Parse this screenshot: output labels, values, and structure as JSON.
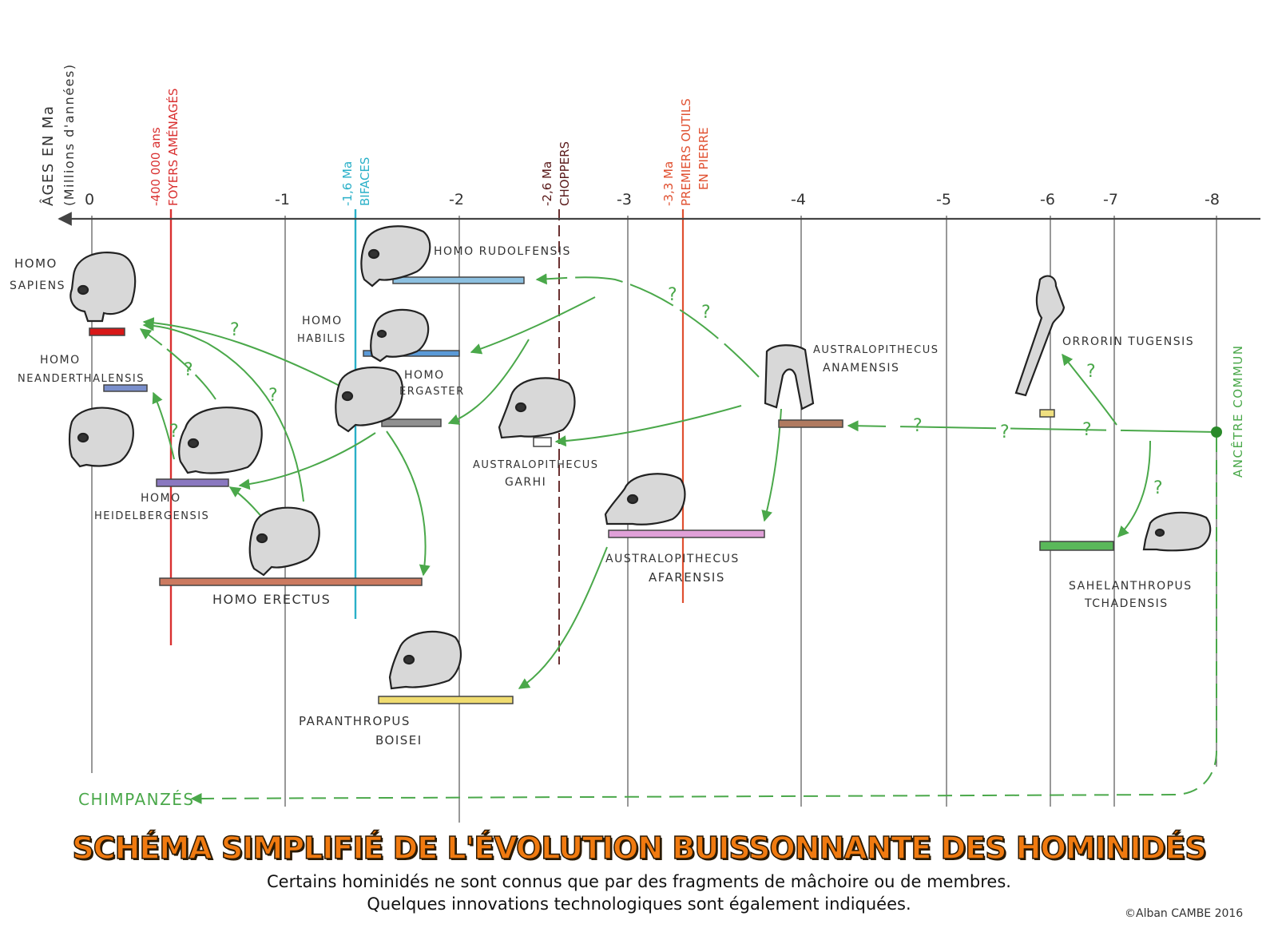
{
  "axis": {
    "title": "ÂGES EN Ma",
    "subtitle": "(Millions d'années)",
    "ticks": [
      "0",
      "-1",
      "-2",
      "-3",
      "-4",
      "-5",
      "-6",
      "-7",
      "-8"
    ]
  },
  "markers": [
    {
      "id": "foyers",
      "line1": "-400 000 ans",
      "line2": "FOYERS AMÉNAGÉS",
      "color": "#d93030"
    },
    {
      "id": "bifaces",
      "line1": "-1,6 Ma",
      "line2": "BIFACES",
      "color": "#2ab0c8"
    },
    {
      "id": "choppers",
      "line1": "-2,6 Ma",
      "line2": "CHOPPERS",
      "color": "#5a1a1a"
    },
    {
      "id": "outils",
      "line1": "-3,3 Ma",
      "line2": "PREMIERS OUTILS",
      "line3": "EN PIERRE",
      "color": "#e05030"
    }
  ],
  "species": {
    "sapiens": {
      "line1": "HOMO",
      "line2": "SAPIENS",
      "color": "#d81818"
    },
    "neanderthalensis": {
      "line1": "HOMO",
      "line2": "NEANDERTHALENSIS",
      "color": "#7a8fcc"
    },
    "heidelbergensis": {
      "line1": "HOMO",
      "line2": "HEIDELBERGENSIS",
      "color": "#8a78c0"
    },
    "erectus": {
      "line1": "HOMO ERECTUS",
      "color": "#cc7a60"
    },
    "rudolfensis": {
      "line1": "HOMO RUDOLFENSIS",
      "color": "#8cc0e0"
    },
    "habilis": {
      "line1": "HOMO",
      "line2": "HABILIS",
      "color": "#5a9ad8"
    },
    "ergaster": {
      "line1": "HOMO",
      "line2": "ERGASTER",
      "color": "#909090"
    },
    "garhi": {
      "line1": "AUSTRALOPITHECUS",
      "line2": "GARHI",
      "color": "#ffffff"
    },
    "boisei": {
      "line1": "PARANTHROPUS",
      "line2": "BOISEI",
      "color": "#f0dc70"
    },
    "afarensis": {
      "line1": "AUSTRALOPITHECUS",
      "line2": "AFARENSIS",
      "color": "#e0a0d8"
    },
    "anamensis": {
      "line1": "AUSTRALOPITHECUS",
      "line2": "ANAMENSIS",
      "color": "#b07a60"
    },
    "orrorin": {
      "line1": "ORRORIN TUGENSIS",
      "color": "#f0e080"
    },
    "sahelanthropus": {
      "line1": "SAHELANTHROPUS",
      "line2": "TCHADENSIS",
      "color": "#5ab85a"
    }
  },
  "other_labels": {
    "ancestor": "ANCÊTRE COMMUN",
    "chimps": "CHIMPANZÉS",
    "question": "?"
  },
  "colors": {
    "arrow": "#4aa84a",
    "axis": "#444444",
    "title": "#f07a10"
  },
  "footer": {
    "title": "SCHÉMA SIMPLIFIÉ DE L'ÉVOLUTION BUISSONNANTE DES HOMINIDÉS",
    "line1": "Certains hominidés ne sont connus que par des fragments de mâchoire ou de membres.",
    "line2": "Quelques innovations technologiques sont également indiquées.",
    "credit": "©Alban CAMBE 2016"
  }
}
